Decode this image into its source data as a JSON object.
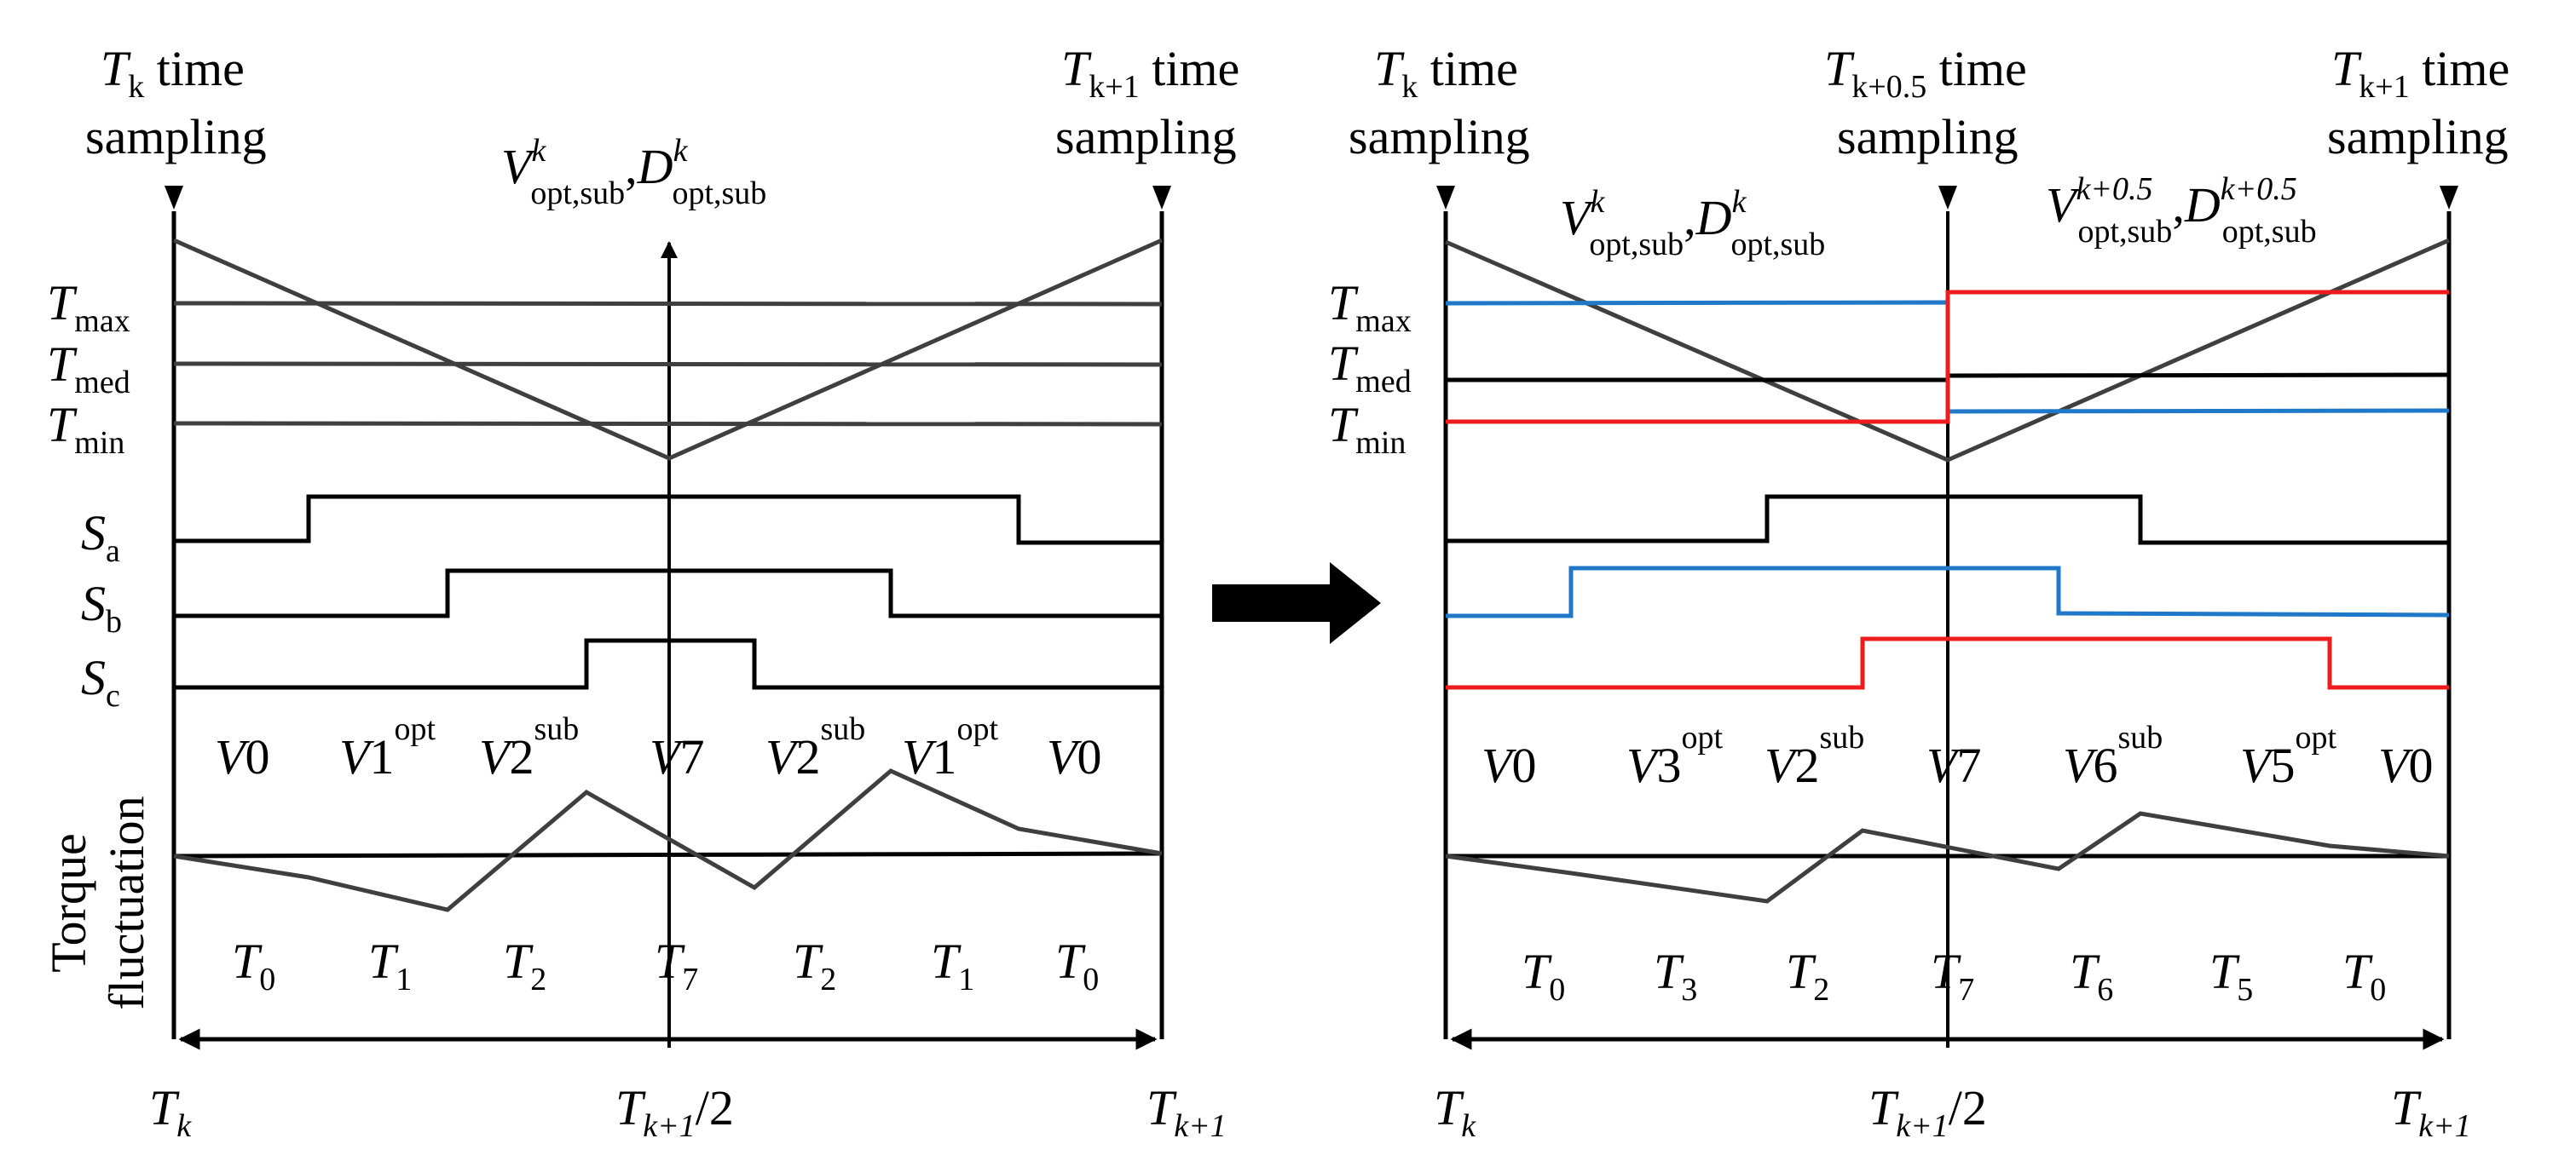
{
  "colors": {
    "blue": "#1f78c8",
    "red": "#ee1c1c",
    "black": "#000000",
    "gray": "#3f3f3f"
  },
  "arrow_icon": "right-arrow-icon",
  "left": {
    "top_left": {
      "T": "T",
      "sub": "k",
      "time": " time",
      "sampling": "sampling"
    },
    "top_right": {
      "T": "T",
      "sub": "k+1",
      "time": " time",
      "sampling": "sampling"
    },
    "opt": {
      "V": "V",
      "Vsup": "k",
      "Vsub": "opt,sub",
      "comma": ",",
      "D": "D",
      "Dsup": "k",
      "Dsub": "opt,sub"
    },
    "thresholds": [
      {
        "T": "T",
        "sub": "max"
      },
      {
        "T": "T",
        "sub": "med"
      },
      {
        "T": "T",
        "sub": "min"
      }
    ],
    "switches": [
      {
        "S": "S",
        "sub": "a"
      },
      {
        "S": "S",
        "sub": "b"
      },
      {
        "S": "S",
        "sub": "c"
      }
    ],
    "vectors": [
      {
        "V": "V",
        "sub": "0",
        "sup": ""
      },
      {
        "V": "V",
        "sub": "1",
        "sup": "opt"
      },
      {
        "V": "V",
        "sub": "2",
        "sup": "sub"
      },
      {
        "V": "V",
        "sub": "7",
        "sup": ""
      },
      {
        "V": "V",
        "sub": "2",
        "sup": "sub"
      },
      {
        "V": "V",
        "sub": "1",
        "sup": "opt"
      },
      {
        "V": "V",
        "sub": "0",
        "sup": ""
      }
    ],
    "times": [
      {
        "T": "T",
        "sub": "0"
      },
      {
        "T": "T",
        "sub": "1"
      },
      {
        "T": "T",
        "sub": "2"
      },
      {
        "T": "T",
        "sub": "7"
      },
      {
        "T": "T",
        "sub": "2"
      },
      {
        "T": "T",
        "sub": "1"
      },
      {
        "T": "T",
        "sub": "0"
      }
    ],
    "torque_label": [
      "Torque",
      "fluctuation"
    ],
    "axis": {
      "start": {
        "T": "T",
        "sub": "k"
      },
      "mid": {
        "T": "T",
        "sub": "k+1",
        "tail": "/2"
      },
      "end": {
        "T": "T",
        "sub": "k+1"
      }
    }
  },
  "right": {
    "top_left": {
      "T": "T",
      "sub": "k",
      "time": " time",
      "sampling": "sampling"
    },
    "top_mid": {
      "T": "T",
      "sub": "k+0.5",
      "time": " time",
      "sampling": "sampling"
    },
    "top_right": {
      "T": "T",
      "sub": "k+1",
      "time": " time",
      "sampling": "sampling"
    },
    "opt1": {
      "V": "V",
      "Vsup": "k",
      "Vsub": "opt,sub",
      "comma": ",",
      "D": "D",
      "Dsup": "k",
      "Dsub": "opt,sub"
    },
    "opt2": {
      "V": "V",
      "Vsup": "k+0.5",
      "Vsub": "opt,sub",
      "comma": ",",
      "D": "D",
      "Dsup": "k+0.5",
      "Dsub": "opt,sub"
    },
    "thresholds": [
      {
        "T": "T",
        "sub": "max"
      },
      {
        "T": "T",
        "sub": "med"
      },
      {
        "T": "T",
        "sub": "min"
      }
    ],
    "vectors": [
      {
        "V": "V",
        "sub": "0",
        "sup": ""
      },
      {
        "V": "V",
        "sub": "3",
        "sup": "opt"
      },
      {
        "V": "V",
        "sub": "2",
        "sup": "sub"
      },
      {
        "V": "V",
        "sub": "7",
        "sup": ""
      },
      {
        "V": "V",
        "sub": "6",
        "sup": "sub"
      },
      {
        "V": "V",
        "sub": "5",
        "sup": "opt"
      },
      {
        "V": "V",
        "sub": "0",
        "sup": ""
      }
    ],
    "times": [
      {
        "T": "T",
        "sub": "0"
      },
      {
        "T": "T",
        "sub": "3"
      },
      {
        "T": "T",
        "sub": "2"
      },
      {
        "T": "T",
        "sub": "7"
      },
      {
        "T": "T",
        "sub": "6"
      },
      {
        "T": "T",
        "sub": "5"
      },
      {
        "T": "T",
        "sub": "0"
      }
    ],
    "axis": {
      "start": {
        "T": "T",
        "sub": "k"
      },
      "mid": {
        "T": "T",
        "sub": "k+1",
        "tail": "/2"
      },
      "end": {
        "T": "T",
        "sub": "k+1"
      }
    }
  }
}
